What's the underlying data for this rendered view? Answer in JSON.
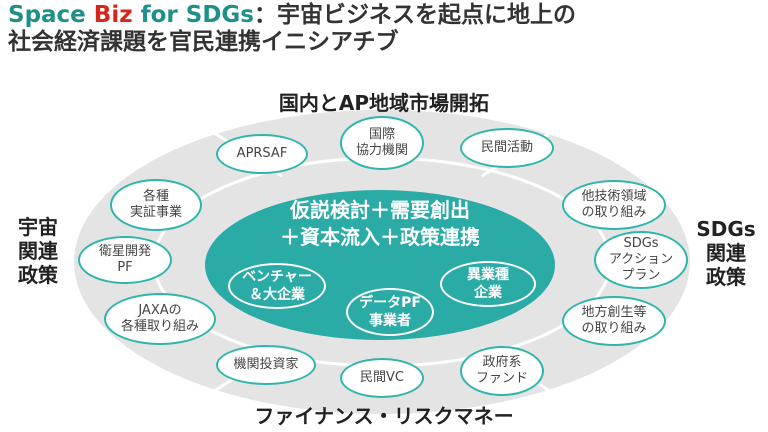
{
  "title": {
    "space": "Space ",
    "biz": "Biz",
    "for_sdgs": " for SDGs",
    "separator": "：",
    "line1_rest": "宇宙ビジネスを起点に地上の",
    "line2": "社会経済課題を官民連携イニシアチブ"
  },
  "axes": {
    "top": "国内とAP地域市場開拓",
    "bottom": "ファイナンス・リスクマネー",
    "left": "宇宙\n関連\n政策",
    "right": "SDGs\n関連\n政策"
  },
  "outer_bubbles": {
    "aprsaf": "APRSAF",
    "intl_coop": "国際\n協力機関",
    "private_activity": "民間活動",
    "demonstration": "各種\n実証事業",
    "satellite_pf": "衛星開発\nPF",
    "jaxa": "JAXAの\n各種取り組み",
    "other_tech": "他技術領域\nの取り組み",
    "sdgs_plan": "SDGs\nアクション\nプラン",
    "regional": "地方創生等\nの取り組み",
    "institutional": "機関投資家",
    "private_vc": "民間VC",
    "gov_fund": "政府系\nファンド"
  },
  "core": {
    "line1": "仮説検討＋需要創出",
    "line2": "＋資本流入＋政策連携",
    "venture": "ベンチャー\n＆大企業",
    "data_pf": "データPF\n事業者",
    "other_industry": "異業種\n企業"
  },
  "colors": {
    "teal": "#2aaba6",
    "red": "#d9261c",
    "ring": "#e4e4e4"
  }
}
